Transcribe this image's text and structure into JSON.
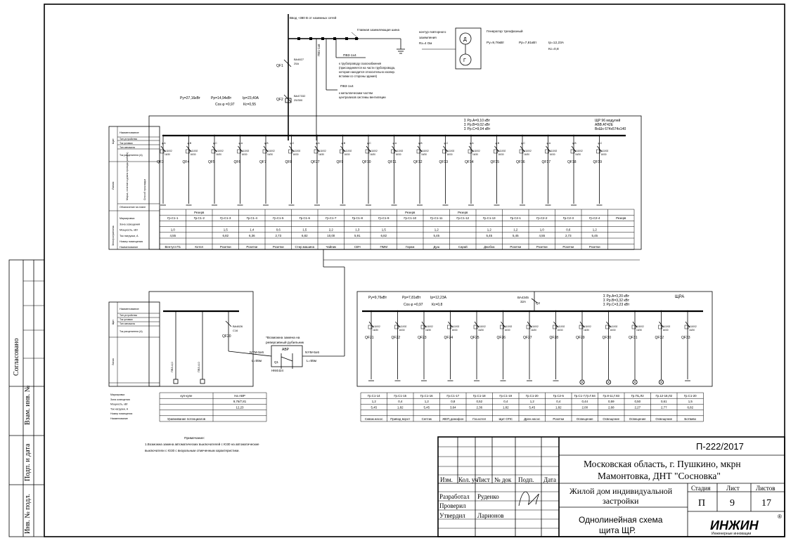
{
  "top": {
    "input_cable": "Ввод ~380 В от наземных сетей",
    "main_ground_bus": "Главная заземляющая шина",
    "circuit_ground": [
      "контур повторного",
      "заземления",
      "Rз=4 Ом"
    ],
    "generator": [
      "Генератор трехфазный",
      "Py=9,76кВт",
      "Pp=7,81кВт",
      "Ip=12,23А",
      "Кс=0,8"
    ],
    "pv1": "ПВ1-1х6",
    "pv3_a": "ПВ3-1х4",
    "pipe_note": [
      "к трубопроводу газоснабжения",
      "(присоединяется на части трубопровода,",
      "которая находится относительно изолир.",
      "вставки со стороны здания)"
    ],
    "pv3_b": "ПВ3-1х4",
    "metal_note": [
      "к металлическим частям",
      "централизов системы вентиляции"
    ],
    "qf1": "QF1",
    "qf1_rating": [
      "ВА4827",
      "25А"
    ],
    "qf2": "QF2",
    "qf2_rating": [
      "ВА47332",
      "25/300"
    ],
    "calc": [
      "Py=27,16кВт",
      "Pp=14,94кВт",
      "Ip=23,40А",
      "Cos φ =0,97",
      "Кс=0,55"
    ]
  },
  "panel1": {
    "phase_load": [
      "Σ Pp.A=9,10  кВт",
      "Σ Pp.B=9,02  кВт",
      "Σ Pp.C=9,04  кВт"
    ],
    "panel_info": [
      "ЩР 96 модулей",
      "ABB AT42E",
      "ВхШх  674х574х140"
    ],
    "row_labels_left": [
      "Наименование",
      "Тип устройства",
      "Ток уставки",
      "Тип автомата",
      "Ток расцепителя (А)",
      "Обозначение на плане",
      "Способ прокладки",
      "Марка, сечение и длина провода (кабеля)",
      "Маркировка",
      "Зона освещения",
      "Мощность, кВт",
      "Ток нагрузки, А",
      "Номер помещения",
      "Наименование"
    ],
    "side_labels": [
      "Щит",
      "Линия",
      "Электроприемник"
    ],
    "breakers": [
      "QF3",
      "QF4",
      "QF5",
      "QF6",
      "QF7",
      "QF8",
      "QF27",
      "QF9",
      "QF10",
      "QF11",
      "QF12",
      "QF13",
      "QF14",
      "QF15",
      "QF16",
      "QF17",
      "QF18",
      "QF19"
    ],
    "groups": [
      "Гр.С1-1",
      "Гр.С1-2",
      "Гр.С1-3",
      "Гр.С1-4",
      "Гр.С1-5",
      "Гр.С1-6",
      "Гр.С1-7",
      "Гр.С1-8",
      "Гр.С1-9",
      "Гр.С1-10",
      "Гр.С1-11",
      "Гр.С1-12",
      "Гр.С1-13",
      "Гр.С2-1",
      "Гр.С2-2",
      "Гр.С2-3",
      "Гр.С2-4",
      "Резерв"
    ],
    "reserve_marks": [
      "Резерв",
      "Резерв",
      "Резерв"
    ],
    "power": [
      "1,0",
      "",
      "1,5",
      "1,4",
      "0,6",
      "1,5",
      "2,2",
      "1,3",
      "1,5",
      "",
      "1,2",
      "",
      "1,2",
      "1,2",
      "1,0",
      "0,6",
      "1,2",
      ""
    ],
    "current": [
      "4,55",
      "",
      "6,82",
      "6,36",
      "2,73",
      "6,82",
      "10,00",
      "5,91",
      "6,82",
      "",
      "5,45",
      "",
      "5,45",
      "5,45",
      "4,55",
      "2,73",
      "5,45",
      ""
    ],
    "names": [
      "Вентуст.П1",
      "Котел",
      "Розетки",
      "Розетки",
      "Розетки",
      "Стир.машина",
      "Чайник",
      "СВЧ",
      "ПММ",
      "Гараж",
      "Душ",
      "Сарай",
      "Джобка",
      "Розетки",
      "Розетки",
      "Розетки",
      "Розетки",
      ""
    ]
  },
  "panel2": {
    "calc": [
      "Py=9,76кВт",
      "Pp=7,81кВт",
      "Ip=12,23А",
      "Cos φ =0,97",
      "Кс=0,8"
    ],
    "main_breaker": [
      "ВА4345",
      "32А",
      "Q2"
    ],
    "phase_load": [
      "Σ Pp.A=3,20  кВт",
      "Σ Pp.B=3,32  кВт",
      "Σ Pp.C=3,23  кВт"
    ],
    "name": "ЩРА",
    "breakers": [
      "QF21",
      "QF22",
      "QF23",
      "QF24",
      "QF25",
      "QF26",
      "QF27",
      "QF28",
      "QF29",
      "QF30",
      "QF31",
      "QF32",
      "QF33"
    ],
    "groups": [
      "Гр.С1-14",
      "Гр.С1-15",
      "Гр.С1-16",
      "Гр.С1-17",
      "Гр.С1-18",
      "Гр.С1-19",
      "Гр.С1-20",
      "Гр.С2-5",
      "Гр.С1-7,Гр.Г.84",
      "Гр.8-11,Г.83",
      "Гр.П1,Л2",
      "Гр.12-18,Л2",
      "Гр.С1-20"
    ],
    "power": [
      "1,2",
      "0,4",
      "1,2",
      "0,8",
      "0,52",
      "0,4",
      "1,2",
      "0,4",
      "0,44",
      "0,59",
      "0,50",
      "0,61",
      "1,5"
    ],
    "current": [
      "5,45",
      "1,82",
      "5,45",
      "3,64",
      "2,36",
      "1,82",
      "5,45",
      "1,82",
      "2,00",
      "2,68",
      "2,27",
      "2,77",
      "6,82"
    ],
    "names": [
      "Скваж.насос",
      "Привод ворот",
      "Септик",
      "ЖЕП,домофон",
      "Газ.котел",
      "Щит ОПС",
      "Дрен.насос",
      "Розетки",
      "Освещение",
      "Освещение",
      "Освещение",
      "Освещение",
      "Ботвиво"
    ]
  },
  "panel3": {
    "breaker": "QF20",
    "breaker_rating": [
      "ВА4826",
      "С16"
    ],
    "avr_label": "АВР",
    "avr_note": [
      "*Возможна замена на",
      "реверсивный рубильник"
    ],
    "q1": [
      "Q1",
      "НМ4424"
    ],
    "cable_left": [
      "NYM-5х6",
      "L=55м"
    ],
    "cable_right": [
      "NYM-5х6",
      "L=55м"
    ],
    "lines": [
      "ПВ3-4,0",
      "ПВ3-4,0"
    ],
    "group": "куп-купе",
    "group2": "На АВР",
    "power": "9,76/7,81",
    "current": "12,23",
    "name": "Уравнивание потенциалов"
  },
  "notes": [
    "Примечание:",
    "1.Возможна замена автоматических выключателей с Ю30 на автоматические",
    "выключатели с Ю30 с визуальным отмеченным характеристики."
  ],
  "left_strip": [
    "Согласовано",
    "Взам. инв. №",
    "Подп. и дата",
    "Инв. № подл."
  ],
  "stamp": {
    "doc_number": "П-222/2017",
    "location": [
      "Московская область, г. Пушкино, мкрн",
      "Мамонтовка, ДНТ \"Сосновка\""
    ],
    "header_cols": [
      "Изм.",
      "Кол. уч",
      "Лист",
      "№ док",
      "Подп.",
      "Дата"
    ],
    "rows": [
      [
        "Разработал",
        "Руденко"
      ],
      [
        "Проверил",
        ""
      ],
      [
        "Утвердил",
        "Ларионов"
      ]
    ],
    "title1": [
      "Жилой дом индивидуальной",
      "застройки"
    ],
    "stage_header": [
      "Стадия",
      "Лист",
      "Листов"
    ],
    "stage_values": [
      "П",
      "9",
      "17"
    ],
    "title2": [
      "Однолинейная схема",
      "щита ЩР."
    ],
    "logo": "ИНЖИН",
    "logo_sub": "Инженерные инновации",
    "reg": "®"
  }
}
